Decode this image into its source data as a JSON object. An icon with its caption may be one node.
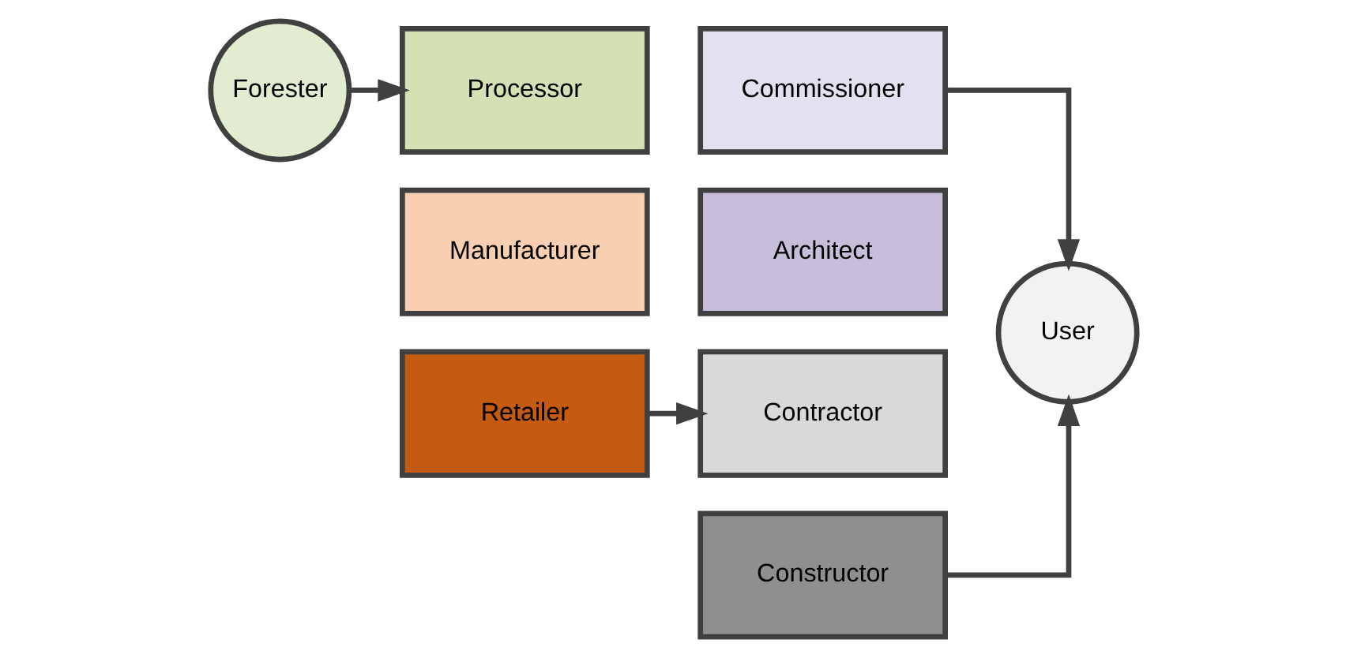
{
  "diagram": {
    "nodes": [
      {
        "text": [
          "Forester"
        ]
      },
      {
        "text": [
          "Processor"
        ]
      },
      {
        "text": [
          "Manufacturer"
        ]
      },
      {
        "text": [
          "Retailer"
        ]
      },
      {
        "text": [
          "Commissioner"
        ]
      },
      {
        "text": [
          "Architect"
        ]
      },
      {
        "text": [
          "Contractor"
        ]
      },
      {
        "text": [
          "Constructor"
        ]
      },
      {
        "text": [
          "User"
        ]
      }
    ],
    "edges": [
      {
        "from": 0,
        "to": 1,
        "arrow": "to"
      },
      {
        "from": 3,
        "to": 6,
        "arrow": "to"
      },
      {
        "from": 4,
        "to": 8,
        "arrow": "to"
      },
      {
        "from": 7,
        "to": 8,
        "arrow": "to"
      }
    ]
  }
}
